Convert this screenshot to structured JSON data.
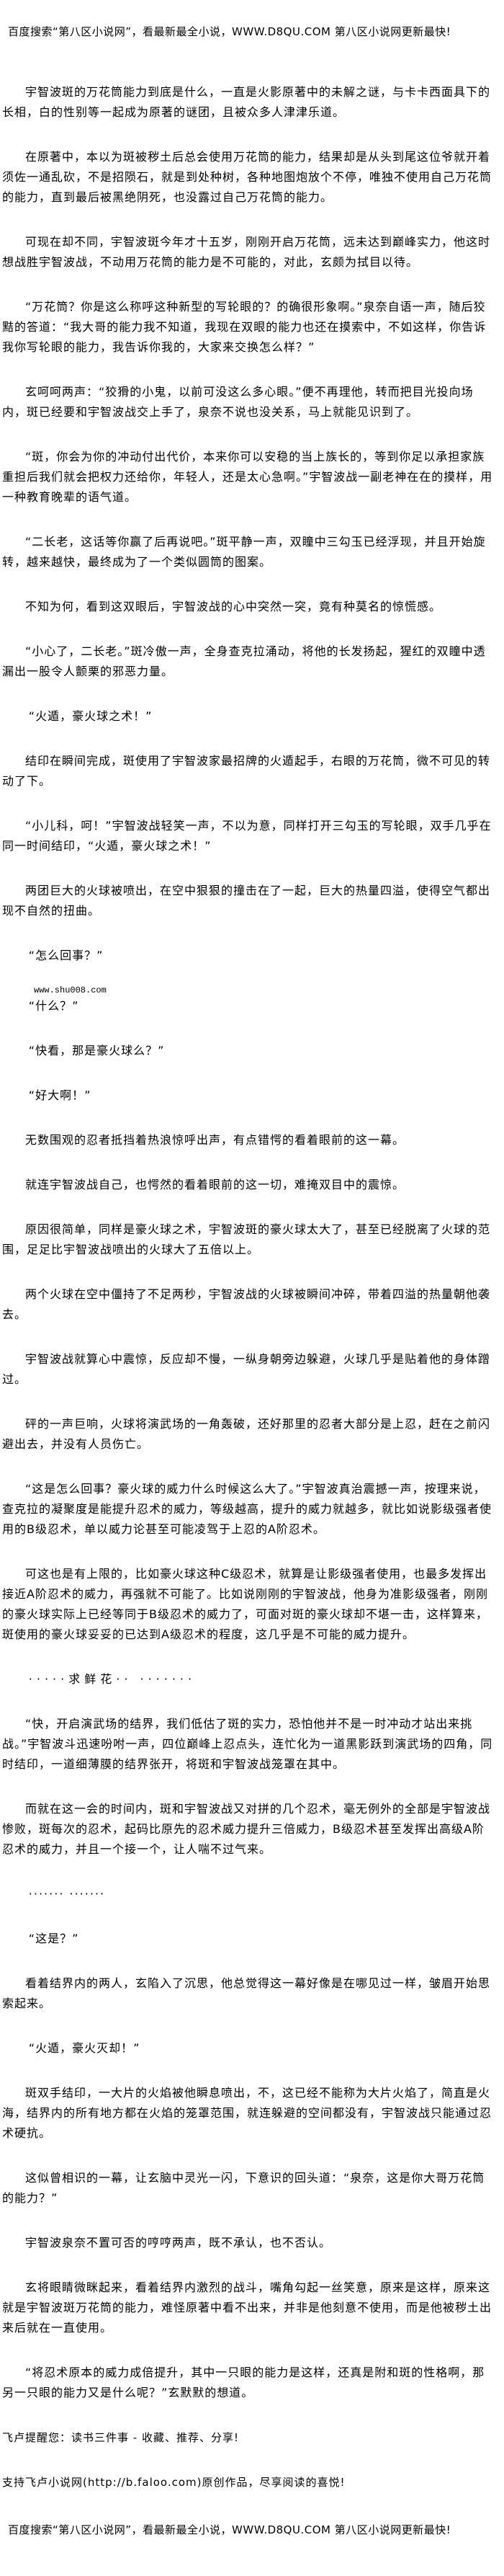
{
  "banner": "百度搜索“第八区小说网”，看最新最全小说，WWW.D8QU.COM  第八区小说网更新最快!",
  "paragraphs": [
    "宇智波斑的万花筒能力到底是什么，一直是火影原著中的未解之谜，与卡卡西面具下的长相，白的性别等一起成为原著的谜团，且被众多人津津乐道。",
    "在原著中，本以为斑被秽土后总会使用万花筒的能力，结果却是从头到尾这位爷就开着须佐一通乱砍，不是招陨石，就是到处种树，各种地图炮放个不停，唯独不使用自己万花筒的能力，直到最后被黑绝阴死，也没露过自己万花筒的能力。",
    "可现在却不同，宇智波斑今年才十五岁，刚刚开启万花筒，远未达到巅峰实力，他这时想战胜宇智波战，不动用万花筒的能力是不可能的，对此，玄颇为拭目以待。",
    "“万花筒？你是这么称呼这种新型的写轮眼的？的确很形象啊。”泉奈自语一声，随后狡黠的答道：“我大哥的能力我不知道，我现在双眼的能力也还在摸索中，不如这样，你告诉我你写轮眼的能力，我告诉你我的，大家来交换怎么样？”",
    "玄呵呵两声：“狡猾的小鬼，以前可没这么多心眼。”便不再理他，转而把目光投向场内，斑已经要和宇智波战交上手了，泉奈不说也没关系，马上就能见识到了。",
    "“斑，你会为你的冲动付出代价，本来你可以安稳的当上族长的，等到你足以承担家族重担后我们就会把权力还给你，年轻人，还是太心急啊。”宇智波战一副老神在在的摸样，用一种教育晚辈的语气道。",
    "“二长老，这话等你赢了后再说吧。”斑平静一声，双瞳中三勾玉已经浮现，并且开始旋转，越来越快，最终成为了一个类似圆筒的图案。",
    "不知为何，看到这双眼后，宇智波战的心中突然一突，竟有种莫名的惊慌感。",
    "“小心了，二长老。”斑冷傲一声，全身查克拉涌动，将他的长发扬起，猩红的双瞳中透漏出一股令人颤栗的邪恶力量。",
    "“火遁，豪火球之术！”",
    "结印在瞬间完成，斑使用了宇智波家最招牌的火遁起手，右眼的万花筒，微不可见的转动了下。",
    "“小儿科，呵！”宇智波战轻笑一声，不以为意，同样打开三勾玉的写轮眼，双手几乎在同一时间结印，“火遁，豪火球之术！”",
    "两团巨大的火球被喷出，在空中狠狠的撞击在了一起，巨大的热量四溢，使得空气都出现不自然的扭曲。",
    "“怎么回事？”",
    "“什么？”",
    "“快看，那是豪火球么？”",
    "“好大啊！”",
    "无数围观的忍者抵挡着热浪惊呼出声，有点错愕的看着眼前的这一幕。",
    "就连宇智波战自己，也愕然的看着眼前的这一切，难掩双目中的震惊。",
    "原因很简单，同样是豪火球之术，宇智波斑的豪火球太大了，甚至已经脱离了火球的范围，足足比宇智波战喷出的火球大了五倍以上。",
    "两个火球在空中僵持了不足两秒，宇智波战的火球被瞬间冲碎，带着四溢的热量朝他袭去。",
    "宇智波战就算心中震惊，反应却不慢，一纵身朝旁边躲避，火球几乎是贴着他的身体蹭过。",
    "砰的一声巨响，火球将演武场的一角轰破，还好那里的忍者大部分是上忍，赶在之前闪避出去，并没有人员伤亡。",
    "“这是怎么回事？豪火球的威力什么时候这么大了。”宇智波真治震撼一声，按理来说，查克拉的凝聚度是能提升忍术的威力，等级越高，提升的威力就越多，就比如说影级强者使用的B级忍术，单以威力论甚至可能凌驾于上忍的A阶忍术。",
    "可这也是有上限的，比如豪火球这种C级忍术，就算是让影级强者使用，也最多发挥出接近A阶忍术的威力，再强就不可能了。比如说刚刚的宇智波战，他身为准影级强者，刚刚的豪火球实际上已经等同于B级忍术的威力了，可面对斑的豪火球却不堪一击，这样算来，斑使用的豪火球妥妥的已达到A级忍术的程度，这几乎是不可能的威力提升。",
    "·····求鲜花·· ·······",
    "“快，开启演武场的结界，我们低估了斑的实力，恐怕他并不是一时冲动才站出来挑战。”宇智波斗迅速吩咐一声，四位巅峰上忍点头，连忙化为一道黑影跃到演武场的四角，同时结印，一道细薄膜的结界张开，将斑和宇智波战笼罩在其中。",
    "而就在这一会的时间内，斑和宇智波战又对拼的几个忍术，毫无例外的全部是宇智波战惨败，斑每次的忍术，起码比原先的忍术威力提升三倍威力，B级忍术甚至发挥出高级A阶忍术的威力，并且一个接一个，让人喘不过气来。",
    "······· ·······",
    "“这是？”",
    "看着结界内的两人，玄陷入了沉思，他总觉得这一幕好像是在哪见过一样，皱眉开始思索起来。",
    "“火遁，豪火灭却！”",
    "斑双手结印，一大片的火焰被他瞬息喷出，不，这已经不能称为大片火焰了，简直是火海，结界内的所有地方都在火焰的笼罩范围，就连躲避的空间都没有，宇智波战只能通过忍术硬抗。",
    "这似曾相识的一幕，让玄脑中灵光一闪，下意识的回头道：“泉奈，这是你大哥万花筒的能力？”",
    "宇智波泉奈不置可否的哼哼两声，既不承认，也不否认。",
    "玄将眼睛微眯起来，看着结界内激烈的战斗，嘴角勾起一丝笑意，原来是这样，原来这就是宇智波斑万花筒的能力，难怪原著中看不出来，并非是他刻意不使用，而是他被秽土出来后就在一直使用。",
    "“将忍术原本的威力成倍提升，其中一只眼的能力是这样，还真是附和斑的性格啊，那另一只眼的能力又是什么呢？”玄默默的想道。"
  ],
  "site_mark": "www.shu008.com",
  "footer": {
    "reminder": "飞卢提醒您：读书三件事 - 收藏、推荐、分享!",
    "support": "支持飞卢小说网(http://b.faloo.com)原创作品，尽享阅读的喜悦!"
  }
}
